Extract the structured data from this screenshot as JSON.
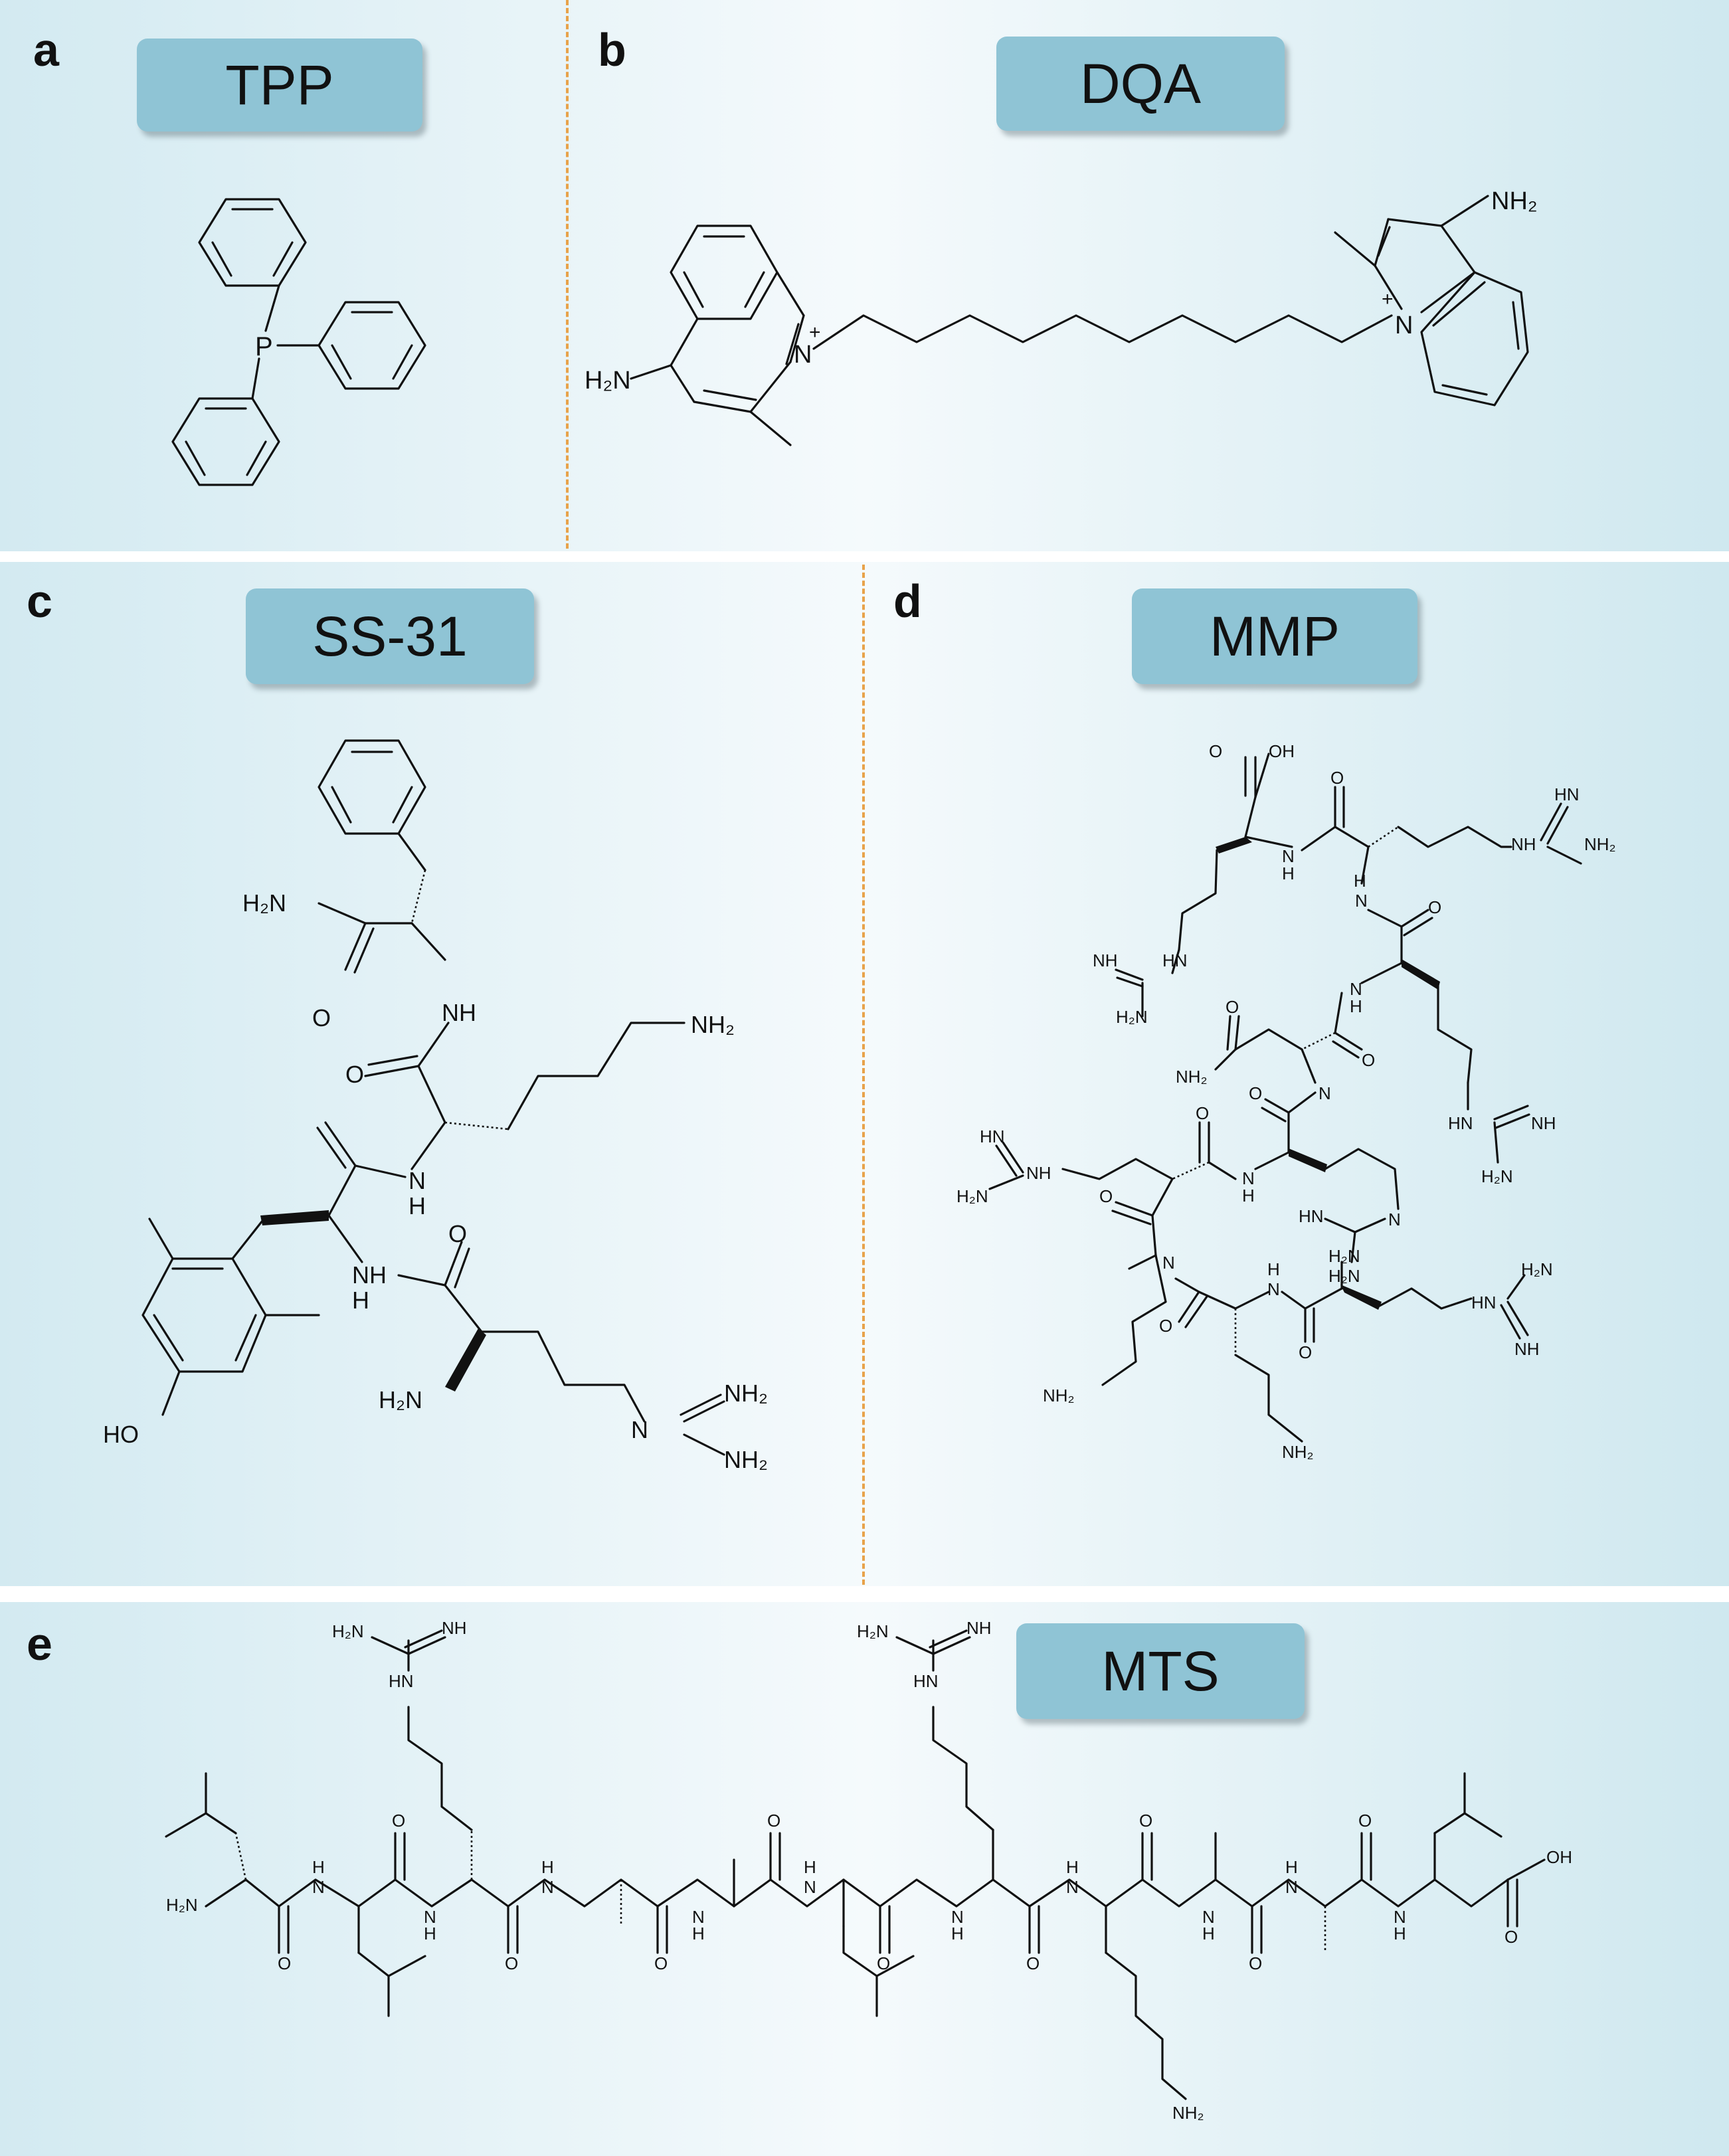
{
  "panels": {
    "a": {
      "letter": "a",
      "title": "TPP"
    },
    "b": {
      "letter": "b",
      "title": "DQA"
    },
    "c": {
      "letter": "c",
      "title": "SS-31"
    },
    "d": {
      "letter": "d",
      "title": "MMP"
    },
    "e": {
      "letter": "e",
      "title": "MTS"
    }
  },
  "atom_labels": {
    "P": "P",
    "N": "N",
    "NH": "NH",
    "HN": "HN",
    "H": "H",
    "O": "O",
    "OH": "OH",
    "HO": "HO",
    "NH2": "NH₂",
    "H2N": "H₂N",
    "plus": "+"
  }
}
